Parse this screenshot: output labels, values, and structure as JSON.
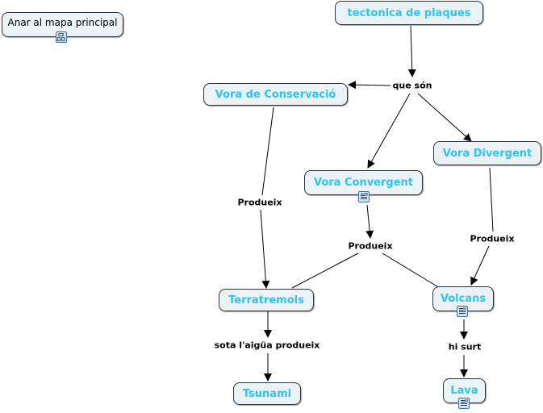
{
  "nodes": {
    "main_map": "Anar al mapa principal",
    "tectonica": "tectonica de plaques",
    "conservacio": "Vora de Conservació",
    "convergent": "Vora Convergent",
    "divergent": "Vora Divergent",
    "terratremols": "Terratremols",
    "volcans": "Volcans",
    "tsunami": "Tsunami",
    "lava": "Lava"
  },
  "links": {
    "que_son": "que són",
    "produeix_1": "Produeix",
    "produeix_2": "Produeix",
    "produeix_3": "Produeix",
    "sota_aigua": "sota l'aigüa produeix",
    "hi_surt": "hi surt"
  },
  "icons": {
    "main_map": "concept-map-icon",
    "resource": "document-image-icon"
  },
  "colors": {
    "concept_text": "#2ec4f0",
    "concept_bg": "#eaf2f5"
  }
}
